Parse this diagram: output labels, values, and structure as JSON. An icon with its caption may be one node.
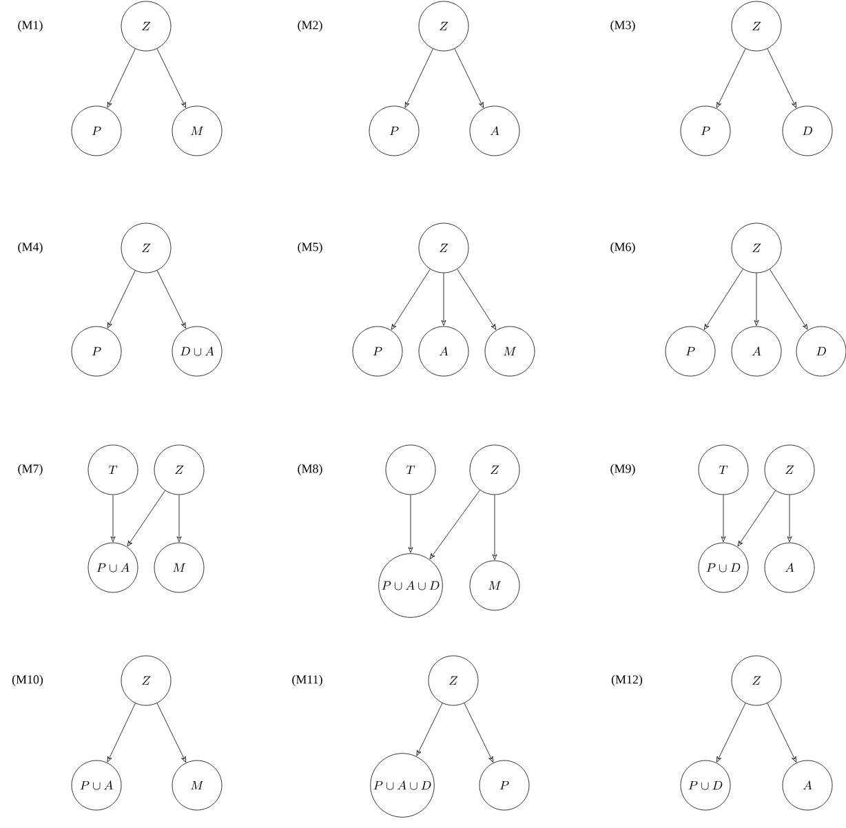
{
  "diagram": {
    "nodes": [
      {
        "text": [
          "Z"
        ]
      },
      {
        "text": [
          "P"
        ]
      },
      {
        "text": [
          "M"
        ]
      },
      {
        "text": [
          "Z"
        ]
      },
      {
        "text": [
          "P"
        ]
      },
      {
        "text": [
          "A"
        ]
      },
      {
        "text": [
          "Z"
        ]
      },
      {
        "text": [
          "P"
        ]
      },
      {
        "text": [
          "D"
        ]
      },
      {
        "text": [
          "Z"
        ]
      },
      {
        "text": [
          "P"
        ]
      },
      {
        "text": [
          "D \\cup A"
        ]
      },
      {
        "text": [
          "Z"
        ]
      },
      {
        "text": [
          "P"
        ]
      },
      {
        "text": [
          "A"
        ]
      },
      {
        "text": [
          "M"
        ]
      },
      {
        "text": [
          "Z"
        ]
      },
      {
        "text": [
          "P"
        ]
      },
      {
        "text": [
          "A"
        ]
      },
      {
        "text": [
          "D"
        ]
      },
      {
        "text": [
          "T"
        ]
      },
      {
        "text": [
          "Z"
        ]
      },
      {
        "text": [
          "P \\cup A"
        ]
      },
      {
        "text": [
          "M"
        ]
      },
      {
        "text": [
          "T"
        ]
      },
      {
        "text": [
          "Z"
        ]
      },
      {
        "text": [
          "P \\cup A \\cup D"
        ]
      },
      {
        "text": [
          "M"
        ]
      },
      {
        "text": [
          "T"
        ]
      },
      {
        "text": [
          "Z"
        ]
      },
      {
        "text": [
          "P \\cup D"
        ]
      },
      {
        "text": [
          "A"
        ]
      },
      {
        "text": [
          "Z"
        ]
      },
      {
        "text": [
          "P \\cup A"
        ]
      },
      {
        "text": [
          "M"
        ]
      },
      {
        "text": [
          "Z"
        ]
      },
      {
        "text": [
          "P \\cup A \\cup D"
        ]
      },
      {
        "text": [
          "P"
        ]
      },
      {
        "text": [
          "Z"
        ]
      },
      {
        "text": [
          "P \\cup D"
        ]
      },
      {
        "text": [
          "A"
        ]
      }
    ],
    "edges": [
      {
        "from": 0,
        "to": 1,
        "arrow": "to"
      },
      {
        "from": 0,
        "to": 2,
        "arrow": "to"
      },
      {
        "from": 3,
        "to": 4,
        "arrow": "to"
      },
      {
        "from": 3,
        "to": 5,
        "arrow": "to"
      },
      {
        "from": 6,
        "to": 7,
        "arrow": "to"
      },
      {
        "from": 6,
        "to": 8,
        "arrow": "to"
      },
      {
        "from": 9,
        "to": 10,
        "arrow": "to"
      },
      {
        "from": 9,
        "to": 11,
        "arrow": "to"
      },
      {
        "from": 12,
        "to": 13,
        "arrow": "to"
      },
      {
        "from": 12,
        "to": 14,
        "arrow": "to"
      },
      {
        "from": 12,
        "to": 15,
        "arrow": "to"
      },
      {
        "from": 16,
        "to": 17,
        "arrow": "to"
      },
      {
        "from": 16,
        "to": 18,
        "arrow": "to"
      },
      {
        "from": 16,
        "to": 19,
        "arrow": "to"
      },
      {
        "from": 20,
        "to": 22,
        "arrow": "to"
      },
      {
        "from": 21,
        "to": 22,
        "arrow": "to"
      },
      {
        "from": 21,
        "to": 23,
        "arrow": "to"
      },
      {
        "from": 24,
        "to": 26,
        "arrow": "to"
      },
      {
        "from": 25,
        "to": 26,
        "arrow": "to"
      },
      {
        "from": 25,
        "to": 27,
        "arrow": "to"
      },
      {
        "from": 28,
        "to": 30,
        "arrow": "to"
      },
      {
        "from": 29,
        "to": 30,
        "arrow": "to"
      },
      {
        "from": 29,
        "to": 31,
        "arrow": "to"
      },
      {
        "from": 32,
        "to": 33,
        "arrow": "to"
      },
      {
        "from": 32,
        "to": 34,
        "arrow": "to"
      },
      {
        "from": 35,
        "to": 36,
        "arrow": "to"
      },
      {
        "from": 35,
        "to": 37,
        "arrow": "to"
      },
      {
        "from": 38,
        "to": 39,
        "arrow": "to"
      },
      {
        "from": 38,
        "to": 40,
        "arrow": "to"
      }
    ],
    "labels": [
      "(M1)",
      "(M2)",
      "(M3)",
      "(M4)",
      "(M5)",
      "(M6)",
      "(M7)",
      "(M8)",
      "(M9)",
      "(M10)",
      "(M11)",
      "(M12)"
    ]
  }
}
